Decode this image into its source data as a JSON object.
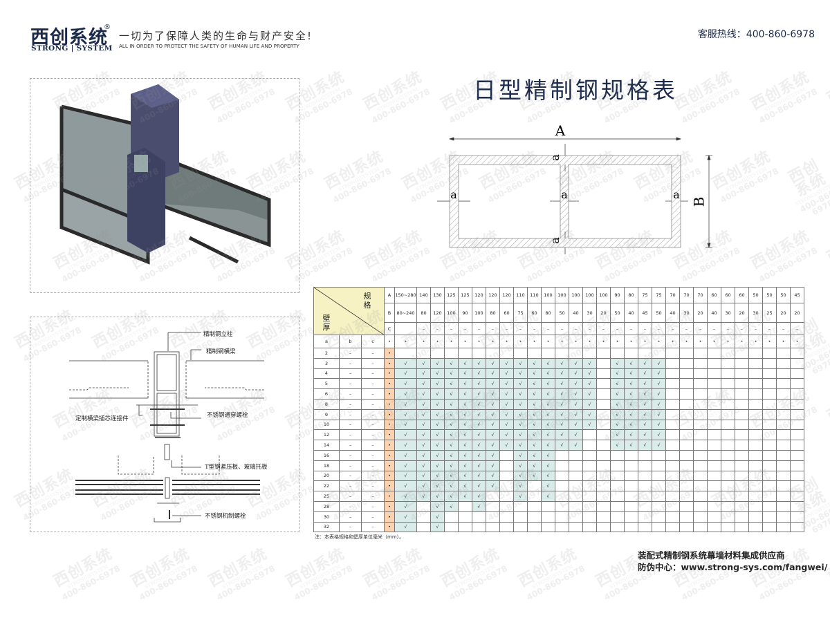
{
  "brand": {
    "name_cn": "西创系统",
    "registered": "®",
    "name_en": "STRONG | SYSTEM",
    "slogan_cn": "一切为了保障人类的生命与财产安全!",
    "slogan_en": "ALL IN ORDER TO PROTECT THE SAFETY OF HUMAN LIFE AND PROPERTY"
  },
  "hotline": "客服热线：400-860-6978",
  "watermark": {
    "cn": "西创系统",
    "en": "STRONG|SYSTEM",
    "phone": "400-860-6978"
  },
  "title": "日型精制钢规格表",
  "section_diagram": {
    "width_label": "A",
    "height_label": "B",
    "thickness_label": "a"
  },
  "detail_labels": {
    "column": "精制钢立柱",
    "beam": "精制钢横梁",
    "connector": "定制横梁插芯连接件",
    "through_bolt": "不锈钢通穿螺栓",
    "t_plate": "T型钢紧压板、玻璃托板",
    "machine_bolt": "不锈钢机制螺栓"
  },
  "table": {
    "corner_top": "规格",
    "corner_bottom": "壁厚",
    "row_labels": {
      "A": "A",
      "B": "B",
      "C": "C"
    },
    "thick_headers": [
      "a",
      "b",
      "c"
    ],
    "dot": "•",
    "dash": "–",
    "check": "√",
    "A": [
      "150~280",
      "140",
      "130",
      "125",
      "125",
      "120",
      "120",
      "120",
      "110",
      "110",
      "100",
      "100",
      "100",
      "100",
      "100",
      "90",
      "80",
      "75",
      "75",
      "70",
      "70",
      "70",
      "60",
      "60",
      "60",
      "50",
      "50",
      "50",
      "45"
    ],
    "B": [
      "80~240",
      "80",
      "120",
      "100",
      "90",
      "100",
      "80",
      "60",
      "75",
      "60",
      "80",
      "50",
      "40",
      "30",
      "20",
      "50",
      "40",
      "45",
      "50",
      "40",
      "30",
      "20",
      "40",
      "30",
      "20",
      "30",
      "25",
      "20",
      "20"
    ],
    "C": [
      "",
      "–",
      "–",
      "–",
      "–",
      "–",
      "–",
      "–",
      "–",
      "–",
      "–",
      "–",
      "–",
      "–",
      "–",
      "–",
      "–",
      "–",
      "–",
      "–",
      "–",
      "–",
      "–",
      "–",
      "–",
      "–",
      "–",
      "–",
      "–"
    ],
    "rows": [
      {
        "a": "2",
        "b": "–",
        "c": "–",
        "checked": []
      },
      {
        "a": "3",
        "b": "–",
        "c": "–",
        "checked": [
          0,
          1,
          2,
          3,
          4,
          5,
          6,
          7,
          8,
          9,
          10,
          11,
          12,
          13,
          15,
          16,
          17,
          18
        ]
      },
      {
        "a": "4",
        "b": "–",
        "c": "–",
        "checked": [
          0,
          1,
          2,
          3,
          4,
          5,
          6,
          7,
          8,
          9,
          10,
          11,
          12,
          13,
          15,
          16,
          17,
          18
        ]
      },
      {
        "a": "5",
        "b": "–",
        "c": "–",
        "checked": [
          0,
          1,
          2,
          3,
          4,
          5,
          6,
          7,
          8,
          9,
          10,
          11,
          12,
          13,
          15,
          16,
          17,
          18
        ]
      },
      {
        "a": "6",
        "b": "–",
        "c": "–",
        "checked": [
          0,
          1,
          2,
          3,
          4,
          5,
          6,
          7,
          8,
          9,
          10,
          11,
          12,
          13,
          15,
          16,
          17,
          18
        ]
      },
      {
        "a": "8",
        "b": "–",
        "c": "–",
        "checked": [
          0,
          1,
          2,
          3,
          4,
          5,
          6,
          7,
          8,
          9,
          10,
          11,
          12,
          13,
          15,
          16,
          17,
          18
        ]
      },
      {
        "a": "9",
        "b": "–",
        "c": "–",
        "checked": [
          0,
          1,
          2,
          3,
          4,
          5,
          6,
          7,
          8,
          9,
          10,
          11,
          12,
          13,
          15,
          16,
          17,
          18
        ]
      },
      {
        "a": "10",
        "b": "–",
        "c": "–",
        "checked": [
          0,
          1,
          2,
          3,
          4,
          5,
          6,
          7,
          8,
          9,
          10,
          11,
          12,
          13,
          15,
          16,
          17,
          18
        ]
      },
      {
        "a": "12",
        "b": "–",
        "c": "–",
        "checked": [
          0,
          1,
          2,
          3,
          4,
          5,
          6,
          7,
          8,
          9,
          10,
          11,
          12,
          15,
          16,
          17,
          18
        ]
      },
      {
        "a": "14",
        "b": "–",
        "c": "–",
        "checked": [
          0,
          1,
          2,
          3,
          4,
          5,
          6,
          7,
          8,
          9,
          10,
          11,
          12,
          15,
          16,
          17,
          18
        ]
      },
      {
        "a": "16",
        "b": "–",
        "c": "–",
        "checked": [
          0,
          1,
          2,
          3,
          4,
          5,
          6,
          8,
          9,
          10
        ]
      },
      {
        "a": "18",
        "b": "–",
        "c": "–",
        "checked": [
          0,
          1,
          2,
          3,
          4,
          5,
          6,
          8,
          9,
          10
        ]
      },
      {
        "a": "20",
        "b": "–",
        "c": "–",
        "checked": [
          0,
          1,
          2,
          3,
          4,
          5,
          6,
          8,
          9,
          10
        ]
      },
      {
        "a": "22",
        "b": "–",
        "c": "–",
        "checked": [
          0,
          1,
          2,
          3,
          4,
          5,
          6,
          8,
          10
        ]
      },
      {
        "a": "25",
        "b": "–",
        "c": "–",
        "checked": [
          0,
          1,
          2,
          3,
          4,
          5,
          8,
          10
        ]
      },
      {
        "a": "28",
        "b": "–",
        "c": "–",
        "checked": [
          0,
          2,
          3,
          5
        ]
      },
      {
        "a": "30",
        "b": "–",
        "c": "–",
        "checked": [
          0,
          2
        ]
      },
      {
        "a": "32",
        "b": "–",
        "c": "–",
        "checked": [
          0,
          2
        ]
      }
    ],
    "note": "注：本表格规格和壁厚单位毫米（mm）。"
  },
  "footer": {
    "line1": "装配式精制钢系统幕墙材料集成供应商",
    "line2": "防伪中心：www.strong-sys.com/fangwei/"
  },
  "colors": {
    "brand": "#1b2a4a",
    "checked_cell": "#d9ecea",
    "dot_column": "#fbd3b0",
    "corner_cell": "#f6f2c4"
  }
}
